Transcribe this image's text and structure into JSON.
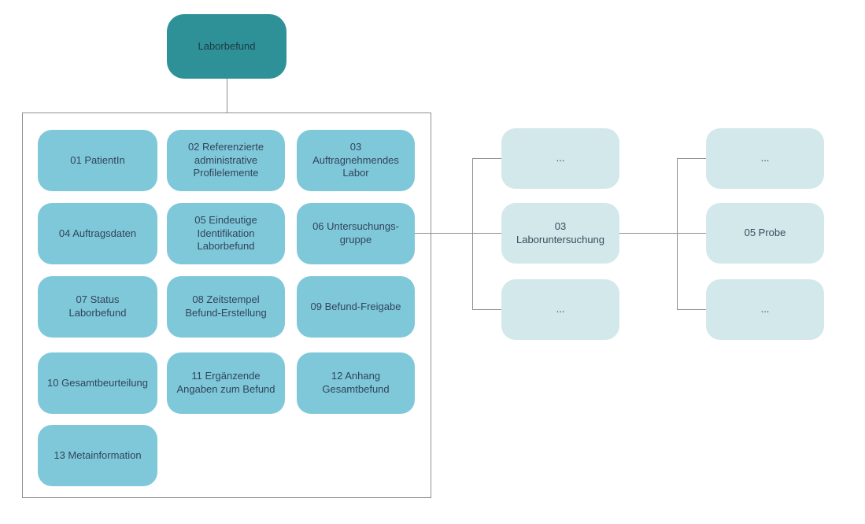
{
  "root": {
    "label": "Laborbefund"
  },
  "grid": {
    "items": [
      "01 PatientIn",
      "02 Referenzierte administrative Profilelemente",
      "03 Auftragnehmendes Labor",
      "04 Auftragsdaten",
      "05 Eindeutige Identifikation Laborbefund",
      "06 Untersuchungs-gruppe",
      "07 Status Laborbefund",
      "08 Zeitstempel Befund-Erstellung",
      "09 Befund-Freigabe",
      "10 Gesamtbeurteilung",
      "11 Ergänzende Angaben zum Befund",
      "12  Anhang Gesamtbefund",
      "13 Metainformation"
    ]
  },
  "group1": {
    "items": [
      "...",
      "03 Laboruntersuchung",
      "..."
    ]
  },
  "group2": {
    "items": [
      "...",
      "05 Probe",
      "..."
    ]
  },
  "colors": {
    "root_node": "#2e9198",
    "child_node": "#7fc8da",
    "pale_node": "#d3e8ea",
    "connector": "#8f8f8f",
    "text": "#31445a"
  }
}
